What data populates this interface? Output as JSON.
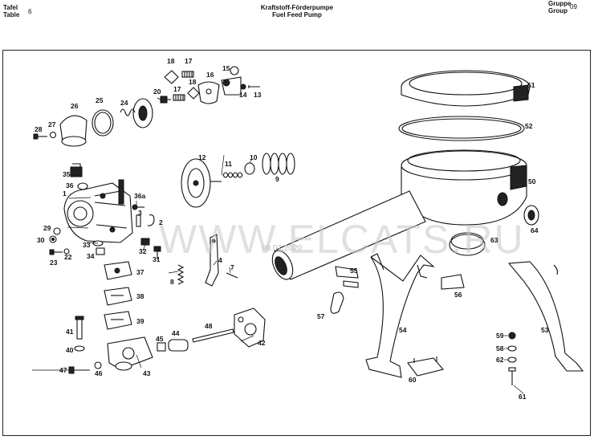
{
  "header": {
    "tafel_label": "Tafel",
    "table_label": "Table",
    "table_number": "6",
    "title_de": "Kraftstoff-Förderpumpe",
    "title_en": "Fuel Feed Pump",
    "gruppe_label": "Gruppe",
    "group_label": "Group",
    "group_number": "09"
  },
  "watermark": {
    "text": "WWW.ELCATS.RU",
    "date": "09.07.2020"
  },
  "parts": {
    "p1": "1",
    "p2": "2",
    "p3": "3",
    "p4": "4",
    "p7": "7",
    "p8": "8",
    "p9": "9",
    "p10": "10",
    "p11": "11",
    "p12": "12",
    "p13": "13",
    "p14": "14",
    "p15": "15",
    "p16": "16",
    "p17a": "17",
    "p17b": "17",
    "p18a": "18",
    "p18b": "18",
    "p20": "20",
    "p22": "22",
    "p23": "23",
    "p24": "24",
    "p25": "25",
    "p26": "26",
    "p27": "27",
    "p28": "28",
    "p29": "29",
    "p30": "30",
    "p31": "31",
    "p32": "32",
    "p33": "33",
    "p34": "34",
    "p35": "35",
    "p36": "36",
    "p36a": "36a",
    "p37": "37",
    "p38": "38",
    "p39": "39",
    "p40": "40",
    "p41": "41",
    "p42": "42",
    "p43": "43",
    "p44": "44",
    "p45": "45",
    "p46": "46",
    "p47": "47",
    "p48": "48",
    "p50": "50",
    "p51": "51",
    "p52": "52",
    "p53": "53",
    "p54": "54",
    "p55": "55",
    "p56": "56",
    "p57": "57",
    "p58": "58",
    "p59": "59",
    "p60": "60",
    "p61": "61",
    "p62": "62",
    "p63": "63",
    "p64": "64"
  }
}
